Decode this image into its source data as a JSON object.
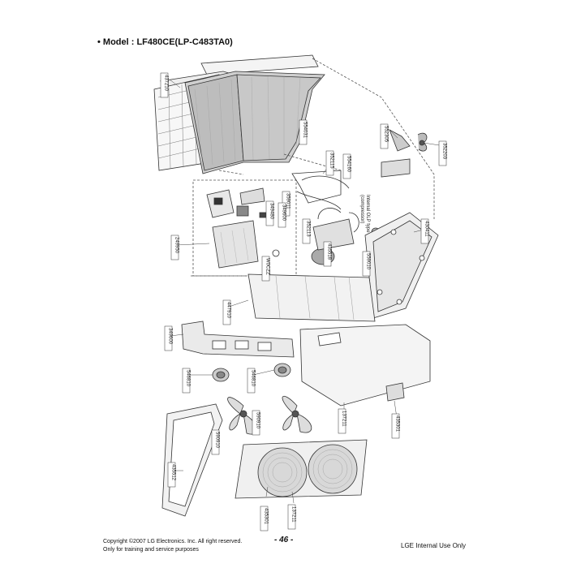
{
  "header": {
    "title": "• Model : LF480CE(LP-C483TA0)"
  },
  "callouts": [
    {
      "id": "c1",
      "label": "437210"
    },
    {
      "id": "c2",
      "label": "554031"
    },
    {
      "id": "c3",
      "label": "352115"
    },
    {
      "id": "c4",
      "label": "552305"
    },
    {
      "id": "c5",
      "label": "352203"
    },
    {
      "id": "c6",
      "label": "359011"
    },
    {
      "id": "c7",
      "label": "349480"
    },
    {
      "id": "c8",
      "label": "352113"
    },
    {
      "id": "c9",
      "label": "349600"
    },
    {
      "id": "c10",
      "label": "430411"
    },
    {
      "id": "c11",
      "label": "249950"
    },
    {
      "id": "c12",
      "label": "554160"
    },
    {
      "id": "c13",
      "label": "559010"
    },
    {
      "id": "c14",
      "label": "W0CZZ"
    },
    {
      "id": "c15",
      "label": "447910"
    },
    {
      "id": "c16",
      "label": "349600"
    },
    {
      "id": "c17",
      "label": "546810"
    },
    {
      "id": "c18",
      "label": "546810"
    },
    {
      "id": "c19",
      "label": "590910"
    },
    {
      "id": "c20",
      "label": "590910"
    },
    {
      "id": "c21",
      "label": "435512"
    },
    {
      "id": "c22",
      "label": "137211"
    },
    {
      "id": "c23",
      "label": "435301"
    },
    {
      "id": "c24",
      "label": "435301"
    },
    {
      "id": "c25",
      "label": "137211"
    },
    {
      "id": "c26",
      "label": "435518"
    }
  ],
  "notes": {
    "olp_line1": "Internal OLP type",
    "olp_line2": "(compressor)"
  },
  "footer": {
    "copyright": "Copyright ©2007 LG Electronics. Inc. All right reserved.",
    "training": "Only for training and service purposes",
    "page": "- 46 -",
    "internal": "LGE Internal Use Only"
  }
}
